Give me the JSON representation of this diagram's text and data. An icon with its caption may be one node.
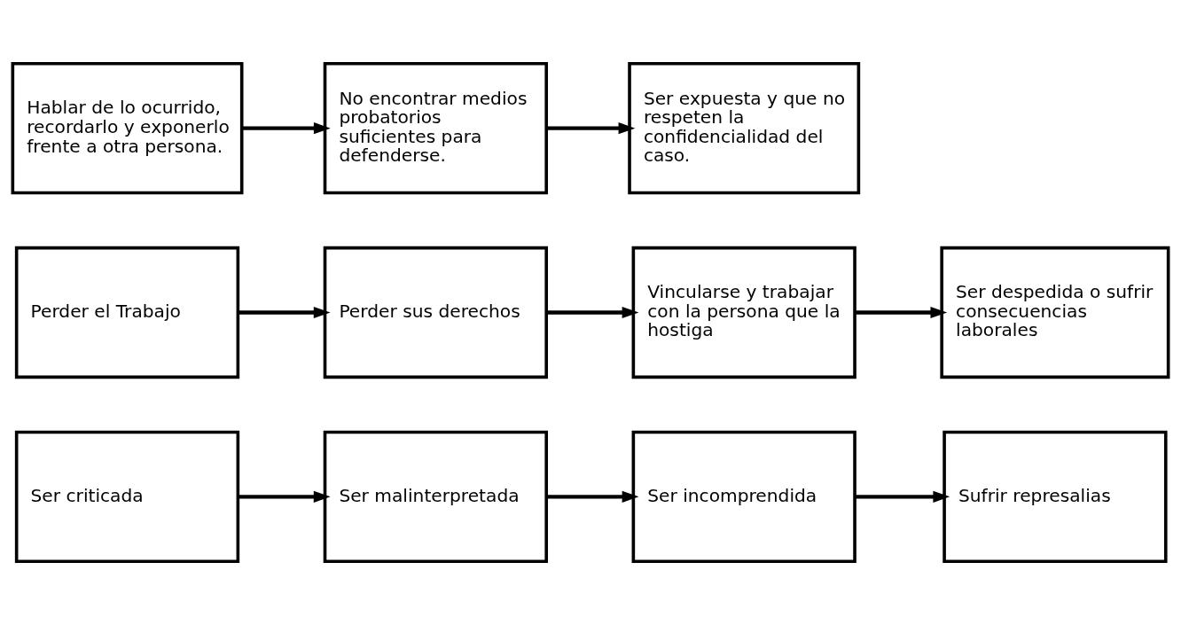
{
  "diagram": {
    "nodes": [
      {
        "text": [
          "Ser criticada"
        ]
      },
      {
        "text": [
          "Ser malinterpretada"
        ]
      },
      {
        "text": [
          "Ser incomprendida"
        ]
      },
      {
        "text": [
          "Sufrir represalias"
        ]
      },
      {
        "text": [
          "Perder el Trabajo"
        ]
      },
      {
        "text": [
          "Perder sus derechos"
        ]
      },
      {
        "text": [
          "Vincularse y trabajar con la persona que la hostiga"
        ]
      },
      {
        "text": [
          "Ser despedida o sufrir consecuencias laborales"
        ]
      },
      {
        "text": [
          "Hablar de lo ocurrido, recordarlo y exponerlo frente a otra persona."
        ]
      },
      {
        "text": [
          "No encontrar medios probatorios suficientes para defenderse."
        ]
      },
      {
        "text": [
          "Ser expuesta y que no respeten la confidencialidad del caso."
        ]
      }
    ],
    "edges": [
      {
        "from": 0,
        "to": 1,
        "arrow": "to"
      },
      {
        "from": 1,
        "to": 2,
        "arrow": "to"
      },
      {
        "from": 2,
        "to": 3,
        "arrow": "to"
      },
      {
        "from": 4,
        "to": 5,
        "arrow": "to"
      },
      {
        "from": 5,
        "to": 6,
        "arrow": "to"
      },
      {
        "from": 6,
        "to": 7,
        "arrow": "to"
      },
      {
        "from": 8,
        "to": 9,
        "arrow": "to"
      },
      {
        "from": 9,
        "to": 10,
        "arrow": "to"
      }
    ]
  }
}
